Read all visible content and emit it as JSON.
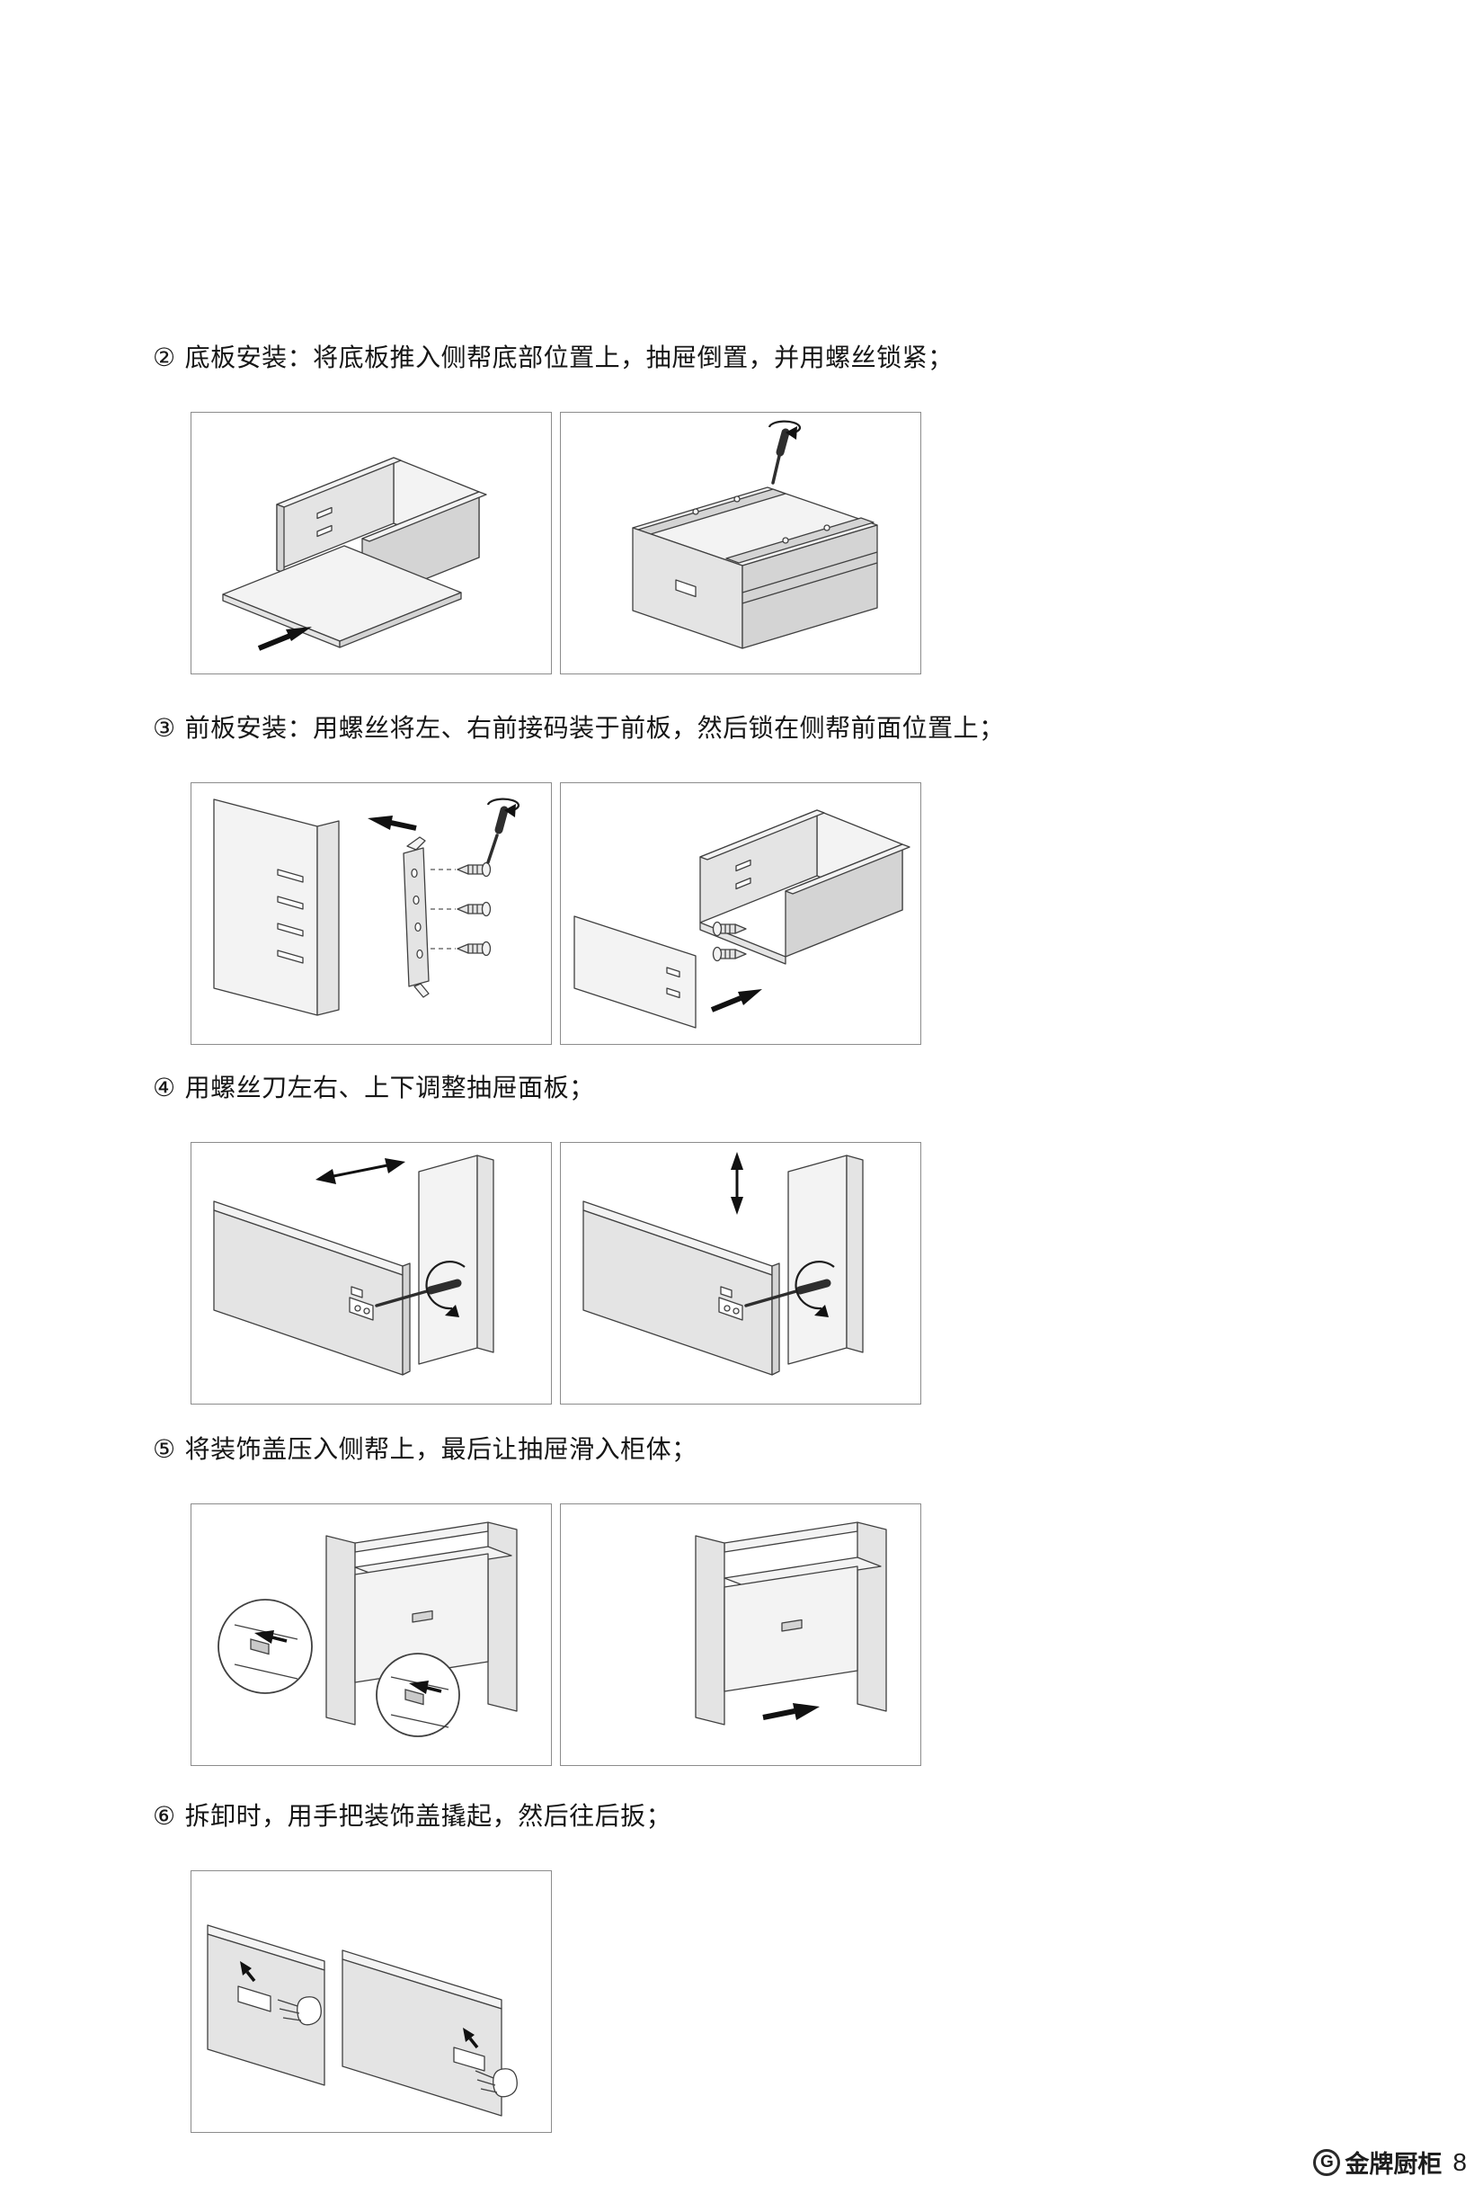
{
  "steps": [
    {
      "num": "②",
      "text": "底板安装：将底板推入侧帮底部位置上，抽屉倒置，并用螺丝锁紧；",
      "figures": [
        "bottom-panel-slide-in-diagram",
        "inverted-drawer-screw-fastening-diagram"
      ]
    },
    {
      "num": "③",
      "text": "前板安装：用螺丝将左、右前接码装于前板，然后锁在侧帮前面位置上；",
      "figures": [
        "front-bracket-screw-mounting-diagram",
        "front-panel-attachment-diagram"
      ]
    },
    {
      "num": "④",
      "text": "用螺丝刀左右、上下调整抽屉面板；",
      "figures": [
        "left-right-adjustment-diagram",
        "up-down-adjustment-diagram"
      ]
    },
    {
      "num": "⑤",
      "text": "将装饰盖压入侧帮上，最后让抽屉滑入柜体；",
      "figures": [
        "cover-cap-press-in-diagram",
        "drawer-slide-into-cabinet-diagram"
      ]
    },
    {
      "num": "⑥",
      "text": "拆卸时，用手把装饰盖撬起，然后往后扳；",
      "figures": [
        "cover-cap-pry-off-diagram"
      ]
    }
  ],
  "footer": {
    "logo_letter": "G",
    "brand": "金牌厨柜",
    "page_number": "8"
  }
}
